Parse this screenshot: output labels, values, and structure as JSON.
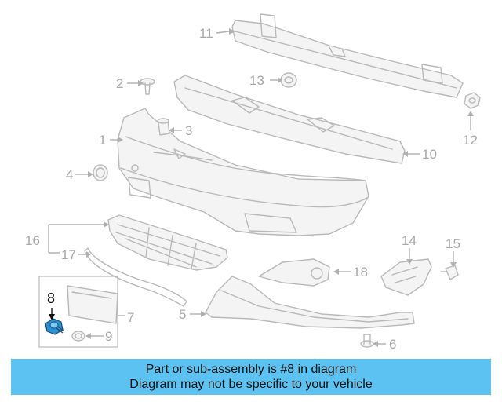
{
  "callouts": {
    "c1": "1",
    "c2": "2",
    "c3": "3",
    "c4": "4",
    "c5": "5",
    "c6": "6",
    "c7": "7",
    "c8": "8",
    "c9": "9",
    "c10": "10",
    "c11": "11",
    "c12": "12",
    "c13": "13",
    "c14": "14",
    "c15": "15",
    "c16": "16",
    "c17": "17",
    "c18": "18"
  },
  "highlighted_part": "8",
  "colors": {
    "part_stroke": "#b9b9b9",
    "highlight": "#1e88c8",
    "banner": "#5bc2f2"
  },
  "banner": {
    "line1": "Part or sub-assembly is #8 in diagram",
    "line2": "Diagram may not be specific to your vehicle"
  }
}
